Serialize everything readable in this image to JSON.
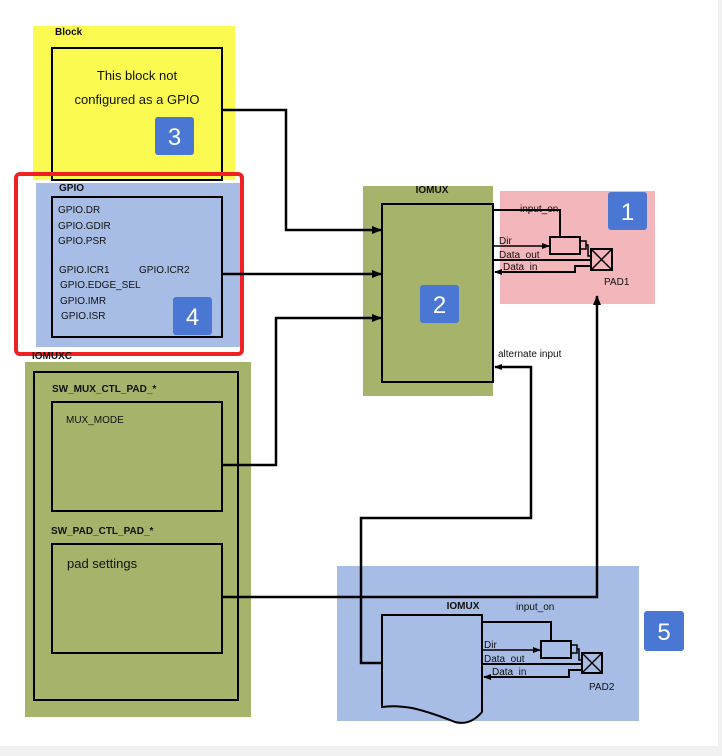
{
  "colors": {
    "yellow_block": "#fafa50",
    "gpio_block": "#a7bde6",
    "iomuxc_block": "#a6b36b",
    "pad1_block": "#f2b6bb",
    "pad2_block": "#a7bde6",
    "badge": "#4a77d4",
    "highlight_border": "#ee2222",
    "line": "#000000"
  },
  "blocks": {
    "block3": {
      "title": "Block",
      "text_line1": "This block not",
      "text_line2": "configured as a GPIO",
      "badge": "3"
    },
    "gpio": {
      "title": "GPIO",
      "registers": [
        "GPIO.DR",
        "GPIO.GDIR",
        "GPIO.PSR",
        "GPIO.ICR1",
        "GPIO.ICR2",
        "GPIO.EDGE_SEL",
        "GPIO.IMR",
        "GPIO.ISR"
      ],
      "badge": "4"
    },
    "iomuxc": {
      "title": "IOMUXC",
      "mux_title": "SW_MUX_CTL_PAD_*",
      "mux_field": "MUX_MODE",
      "pad_title": "SW_PAD_CTL_PAD_*",
      "pad_field": "pad settings"
    },
    "iomux_top": {
      "title": "IOMUX",
      "badge": "2",
      "alternate_input": "alternate input"
    },
    "pad1": {
      "badge": "1",
      "input_on": "input_on",
      "dir": "Dir",
      "data_out": "Data_out",
      "data_in": "Data_in",
      "pad_label": "PAD1"
    },
    "pad2": {
      "title": "IOMUX",
      "badge": "5",
      "input_on": "input_on",
      "dir": "Dir",
      "data_out": "Data_out",
      "data_in": "Data_in",
      "pad_label": "PAD2"
    }
  }
}
